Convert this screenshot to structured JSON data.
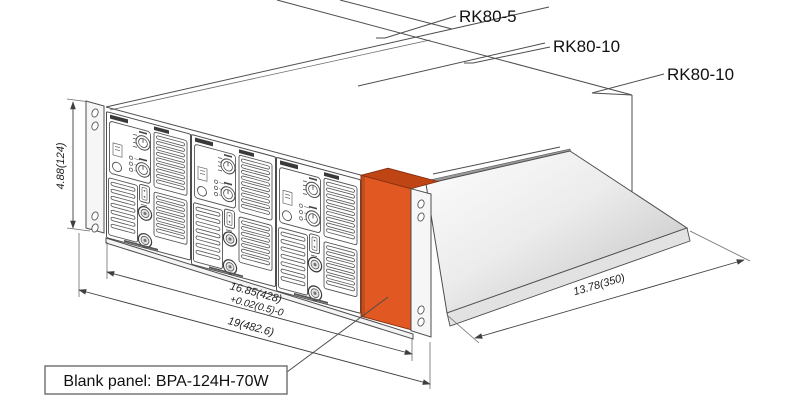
{
  "rack_labels": {
    "top": "RK80-5",
    "middle": "RK80-10",
    "right": "RK80-10"
  },
  "dimensions": {
    "height": "4.88(124)",
    "width_inner": "16.85(428)",
    "width_tolerance": "+0.02(0.5)-0",
    "width_outer": "19(482.6)",
    "depth": "13.78(350)"
  },
  "callout": {
    "blank_panel": "Blank panel: BPA-124H-70W"
  },
  "colors": {
    "blank_panel_front": "#E25822",
    "blank_panel_top": "#C04515",
    "line": "#4d4d4d",
    "shelf_rim": "#999999"
  }
}
